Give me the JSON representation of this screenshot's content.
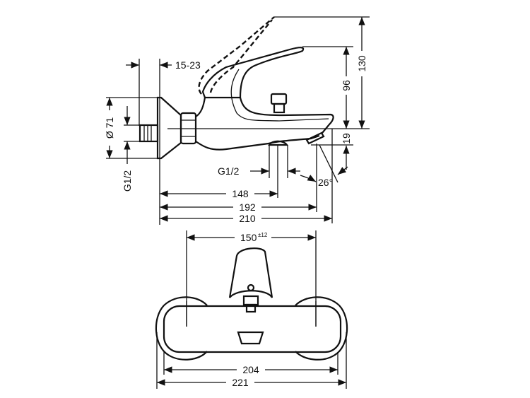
{
  "side_view": {
    "dims": {
      "wall_offset": "15-23",
      "escutcheon_diameter": "Ø 71",
      "inlet_thread": "G1/2",
      "outlet_thread": "G1/2",
      "height_lever_open": "130",
      "height_lever": "96",
      "spout_height": "19",
      "spout_angle": "26°",
      "outlet_distance": "148",
      "spout_reach": "192",
      "overall_depth": "210"
    }
  },
  "front_view": {
    "dims": {
      "centre_distance": "150",
      "centre_tolerance": "±12",
      "body_width": "204",
      "overall_width": "221"
    }
  }
}
